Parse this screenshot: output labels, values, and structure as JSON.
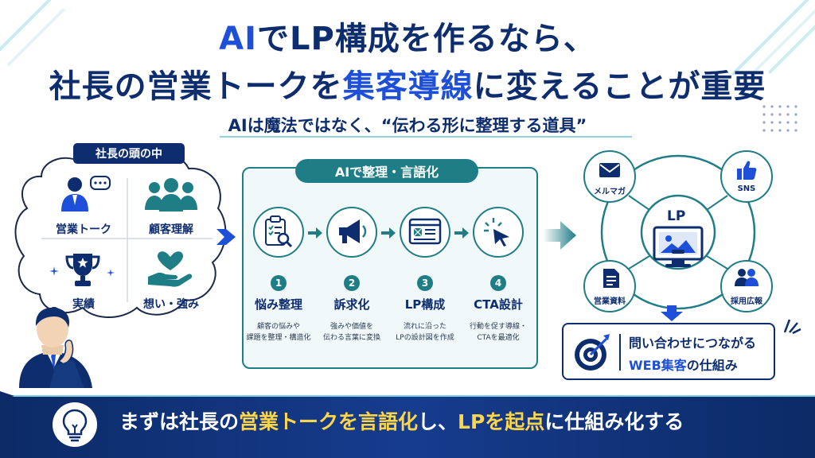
{
  "title": {
    "line1_prefix": "AI",
    "line1_rest": "でLP構成を作るなら、",
    "line2_prefix": "社長の営業トークを",
    "line2_highlight": "集客導線",
    "line2_suffix": "に変えることが重要"
  },
  "subtitle": "AIは魔法ではなく、“伝わる形に整理する道具”",
  "left": {
    "label": "社長の頭の中",
    "items": [
      {
        "label": "営業トーク",
        "icon": "businessman-speech-icon"
      },
      {
        "label": "顧客理解",
        "icon": "people-group-icon"
      },
      {
        "label": "実績",
        "icon": "trophy-icon"
      },
      {
        "label": "想い・強み",
        "icon": "heart-hand-icon"
      }
    ]
  },
  "center": {
    "label": "AIで整理・言語化",
    "steps": [
      {
        "num": "1",
        "title": "悩み整理",
        "desc1": "顧客の悩みや",
        "desc2": "課題を整理・構造化",
        "icon": "clipboard-search-icon"
      },
      {
        "num": "2",
        "title": "訴求化",
        "desc1": "強みや価値を",
        "desc2": "伝わる言葉に変換",
        "icon": "megaphone-icon"
      },
      {
        "num": "3",
        "title": "LP構成",
        "desc1": "流れに沿った",
        "desc2": "LPの設計図を作成",
        "icon": "webpage-layout-icon"
      },
      {
        "num": "4",
        "title": "CTA設計",
        "desc1": "行動を促す導線・",
        "desc2": "CTAを最適化",
        "icon": "cursor-click-icon"
      }
    ]
  },
  "right": {
    "center_label": "LP",
    "nodes": [
      {
        "label": "メルマガ",
        "icon": "envelope-icon"
      },
      {
        "label": "SNS",
        "icon": "thumbs-up-icon"
      },
      {
        "label": "営業資料",
        "icon": "document-icon"
      },
      {
        "label": "採用広報",
        "icon": "people-icon"
      }
    ]
  },
  "result": {
    "line1": "問い合わせにつながる",
    "line2_highlight": "WEB集客",
    "line2_suffix": "の仕組み"
  },
  "banner": {
    "p1": "まずは社長の",
    "h1": "営業トークを言語化",
    "p2": "し、",
    "h2": "LPを起点",
    "p3": "に仕組み化する"
  },
  "colors": {
    "navy": "#0d2d6e",
    "blue": "#1d4fd8",
    "teal": "#1f7d86",
    "highlight": "#ffd54a"
  }
}
